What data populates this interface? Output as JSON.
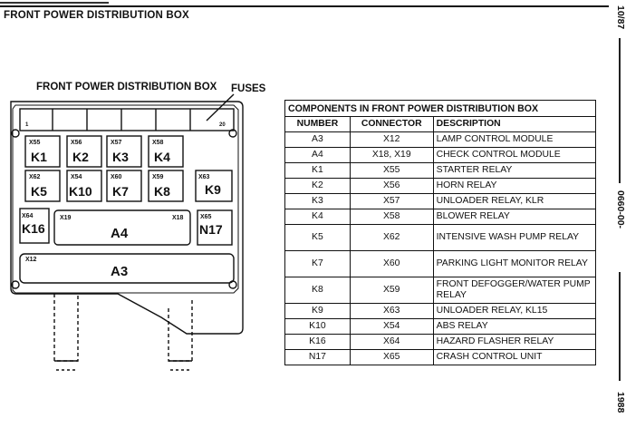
{
  "page": {
    "title": "FRONT POWER DISTRIBUTION BOX",
    "side_ref": "10/87",
    "side_code": "0660-00-",
    "side_year": "1988"
  },
  "diagram": {
    "title": "FRONT POWER DISTRIBUTION BOX",
    "fuses_label": "FUSES",
    "fuse_first": "1",
    "fuse_last": "20",
    "relays": [
      {
        "connector": "X55",
        "label": "K1"
      },
      {
        "connector": "X56",
        "label": "K2"
      },
      {
        "connector": "X57",
        "label": "K3"
      },
      {
        "connector": "X58",
        "label": "K4"
      },
      {
        "connector": "X62",
        "label": "K5"
      },
      {
        "connector": "X54",
        "label": "K10"
      },
      {
        "connector": "X60",
        "label": "K7"
      },
      {
        "connector": "X59",
        "label": "K8"
      },
      {
        "connector": "X63",
        "label": "K9"
      }
    ],
    "modules": {
      "k16": {
        "connector": "X64",
        "label": "K16"
      },
      "a4": {
        "connector_left": "X19",
        "connector_right": "X18",
        "label": "A4"
      },
      "n17": {
        "connector": "X65",
        "label": "N17"
      },
      "a3": {
        "connector": "X12",
        "label": "A3"
      }
    }
  },
  "table": {
    "caption": "COMPONENTS IN FRONT POWER DISTRIBUTION BOX",
    "headers": [
      "NUMBER",
      "CONNECTOR",
      "DESCRIPTION"
    ],
    "rows": [
      {
        "number": "A3",
        "connector": "X12",
        "description": "LAMP CONTROL MODULE"
      },
      {
        "number": "A4",
        "connector": "X18, X19",
        "description": "CHECK CONTROL MODULE"
      },
      {
        "number": "K1",
        "connector": "X55",
        "description": "STARTER RELAY"
      },
      {
        "number": "K2",
        "connector": "X56",
        "description": "HORN RELAY"
      },
      {
        "number": "K3",
        "connector": "X57",
        "description": "UNLOADER RELAY, KLR"
      },
      {
        "number": "K4",
        "connector": "X58",
        "description": "BLOWER RELAY"
      },
      {
        "number": "K5",
        "connector": "X62",
        "description": "INTENSIVE WASH PUMP RELAY"
      },
      {
        "number": "K7",
        "connector": "X60",
        "description": "PARKING LIGHT MONITOR RELAY"
      },
      {
        "number": "K8",
        "connector": "X59",
        "description": "FRONT DEFOGGER/WATER PUMP RELAY"
      },
      {
        "number": "K9",
        "connector": "X63",
        "description": "UNLOADER RELAY, KL15"
      },
      {
        "number": "K10",
        "connector": "X54",
        "description": "ABS RELAY"
      },
      {
        "number": "K16",
        "connector": "X64",
        "description": "HAZARD FLASHER RELAY"
      },
      {
        "number": "N17",
        "connector": "X65",
        "description": "CRASH CONTROL UNIT"
      }
    ]
  }
}
